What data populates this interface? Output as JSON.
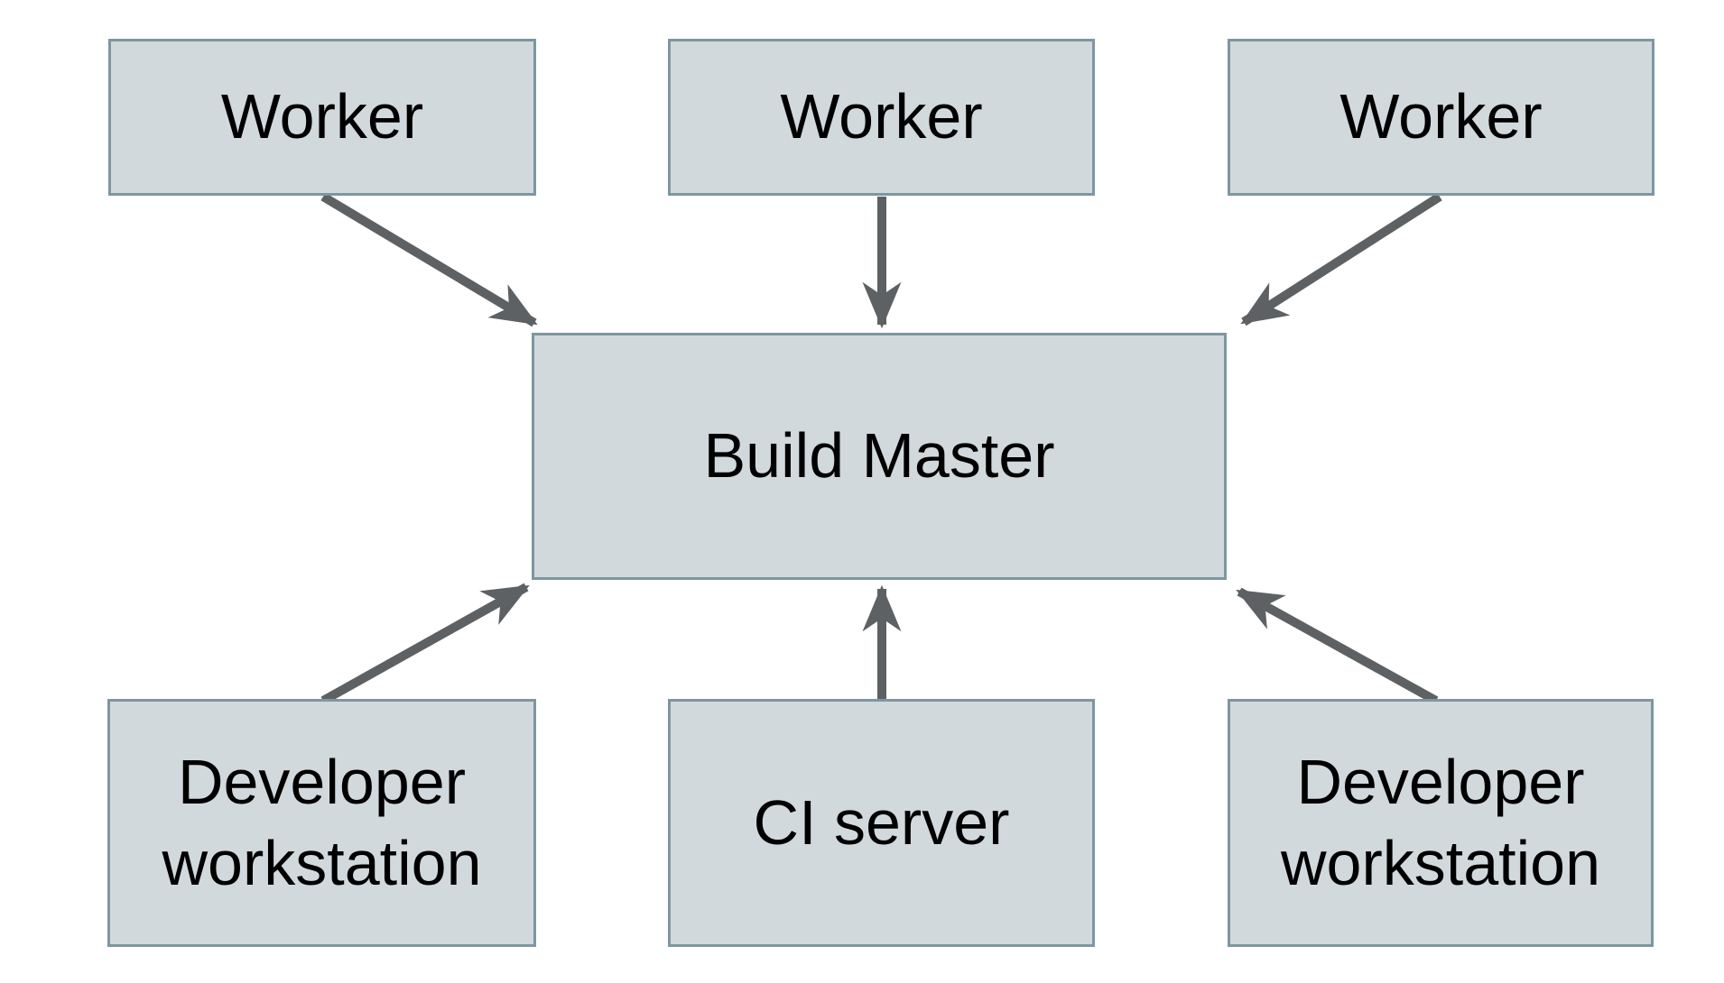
{
  "diagram": {
    "colors": {
      "background": "#ffffff",
      "node_fill": "#d1d9dc",
      "node_border": "#7d97a1",
      "arrow": "#5e6163",
      "text": "#000000"
    },
    "nodes": [
      {
        "id": "worker-1",
        "label": "Worker"
      },
      {
        "id": "worker-2",
        "label": "Worker"
      },
      {
        "id": "worker-3",
        "label": "Worker"
      },
      {
        "id": "build-master",
        "label": "Build Master"
      },
      {
        "id": "developer-workstation-left",
        "label": "Developer workstation"
      },
      {
        "id": "ci-server",
        "label": "CI server"
      },
      {
        "id": "developer-workstation-right",
        "label": "Developer workstation"
      }
    ],
    "edges": [
      {
        "from": "worker-1",
        "to": "build-master"
      },
      {
        "from": "worker-2",
        "to": "build-master"
      },
      {
        "from": "worker-3",
        "to": "build-master"
      },
      {
        "from": "developer-workstation-left",
        "to": "build-master"
      },
      {
        "from": "ci-server",
        "to": "build-master"
      },
      {
        "from": "developer-workstation-right",
        "to": "build-master"
      }
    ]
  }
}
